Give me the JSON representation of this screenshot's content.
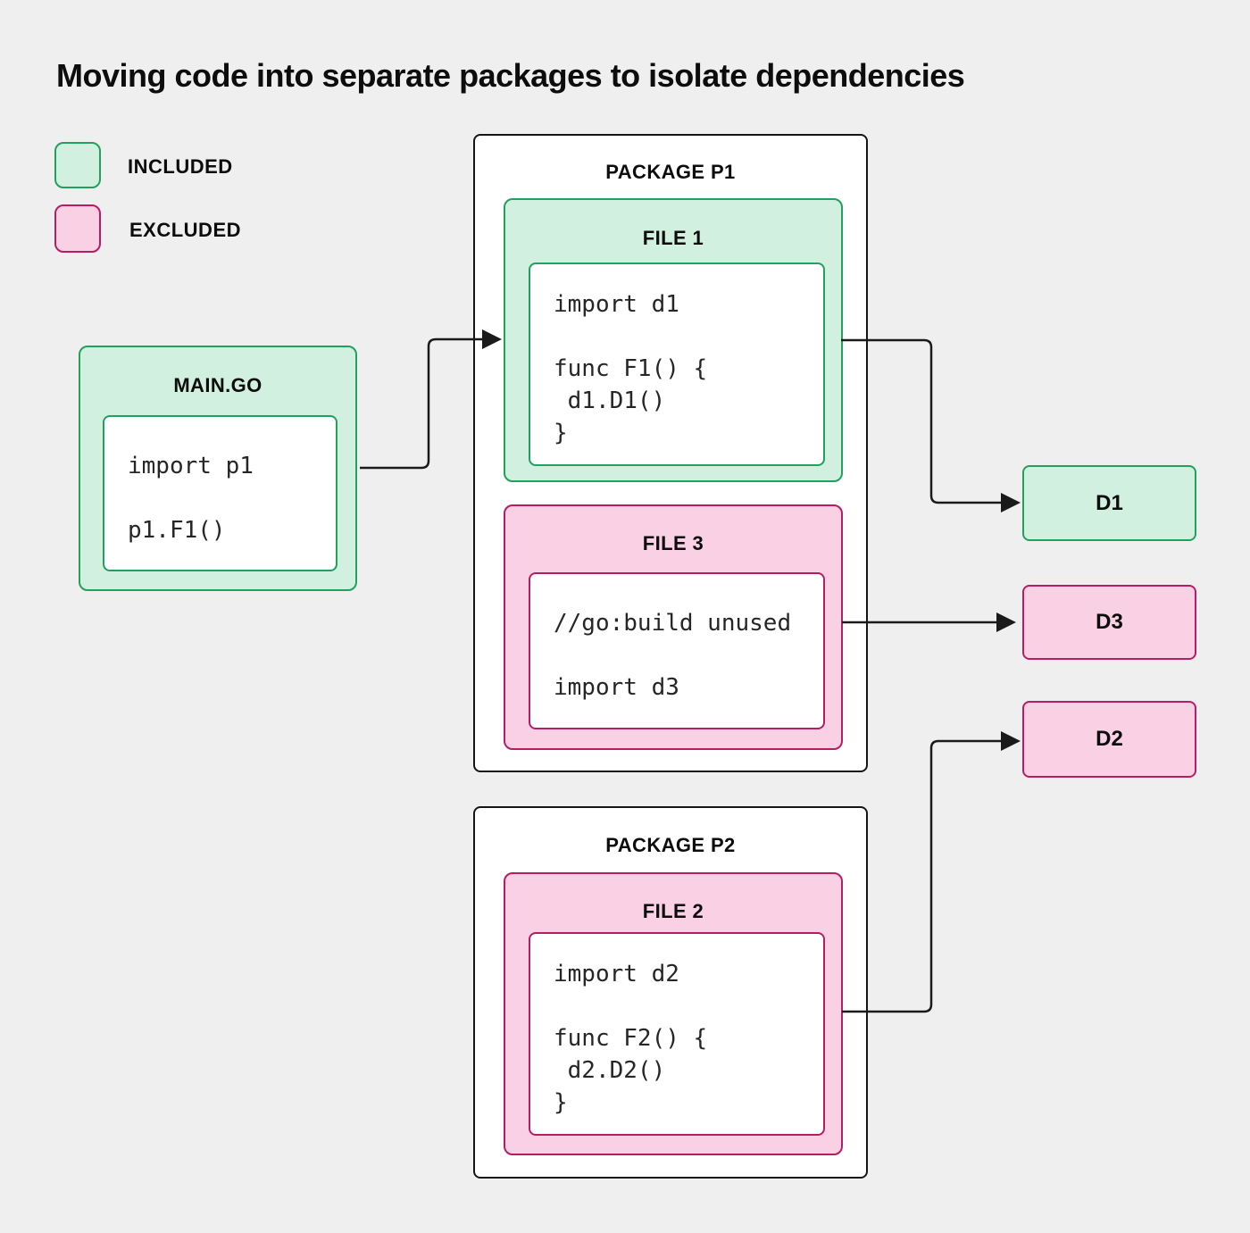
{
  "title": "Moving code into separate packages to isolate dependencies",
  "legend": {
    "included_label": "INCLUDED",
    "excluded_label": "EXCLUDED"
  },
  "colors": {
    "background": "#efeff0",
    "included_fill": "#d2f0df",
    "included_border": "#21a05f",
    "excluded_fill": "#f9d0e4",
    "excluded_border": "#b51e63",
    "package_fill": "#ffffff",
    "package_border": "#151515",
    "arrow": "#1a1a1a"
  },
  "nodes": {
    "main_go": {
      "title": "MAIN.GO",
      "code": "import p1\n\np1.F1()"
    },
    "package_p1": {
      "title": "PACKAGE P1"
    },
    "file1": {
      "title": "FILE 1",
      "code": "import d1\n\nfunc F1() {\n d1.D1()\n}"
    },
    "file3": {
      "title": "FILE 3",
      "code": "//go:build unused\n\nimport d3"
    },
    "package_p2": {
      "title": "PACKAGE P2"
    },
    "file2": {
      "title": "FILE 2",
      "code": "import d2\n\nfunc F2() {\n d2.D2()\n}"
    },
    "d1": {
      "label": "D1"
    },
    "d3": {
      "label": "D3"
    },
    "d2": {
      "label": "D2"
    }
  },
  "edges": [
    {
      "from": "MAIN.GO",
      "to": "FILE 1"
    },
    {
      "from": "FILE 1",
      "to": "D1"
    },
    {
      "from": "FILE 3",
      "to": "D3"
    },
    {
      "from": "FILE 2",
      "to": "D2"
    }
  ]
}
